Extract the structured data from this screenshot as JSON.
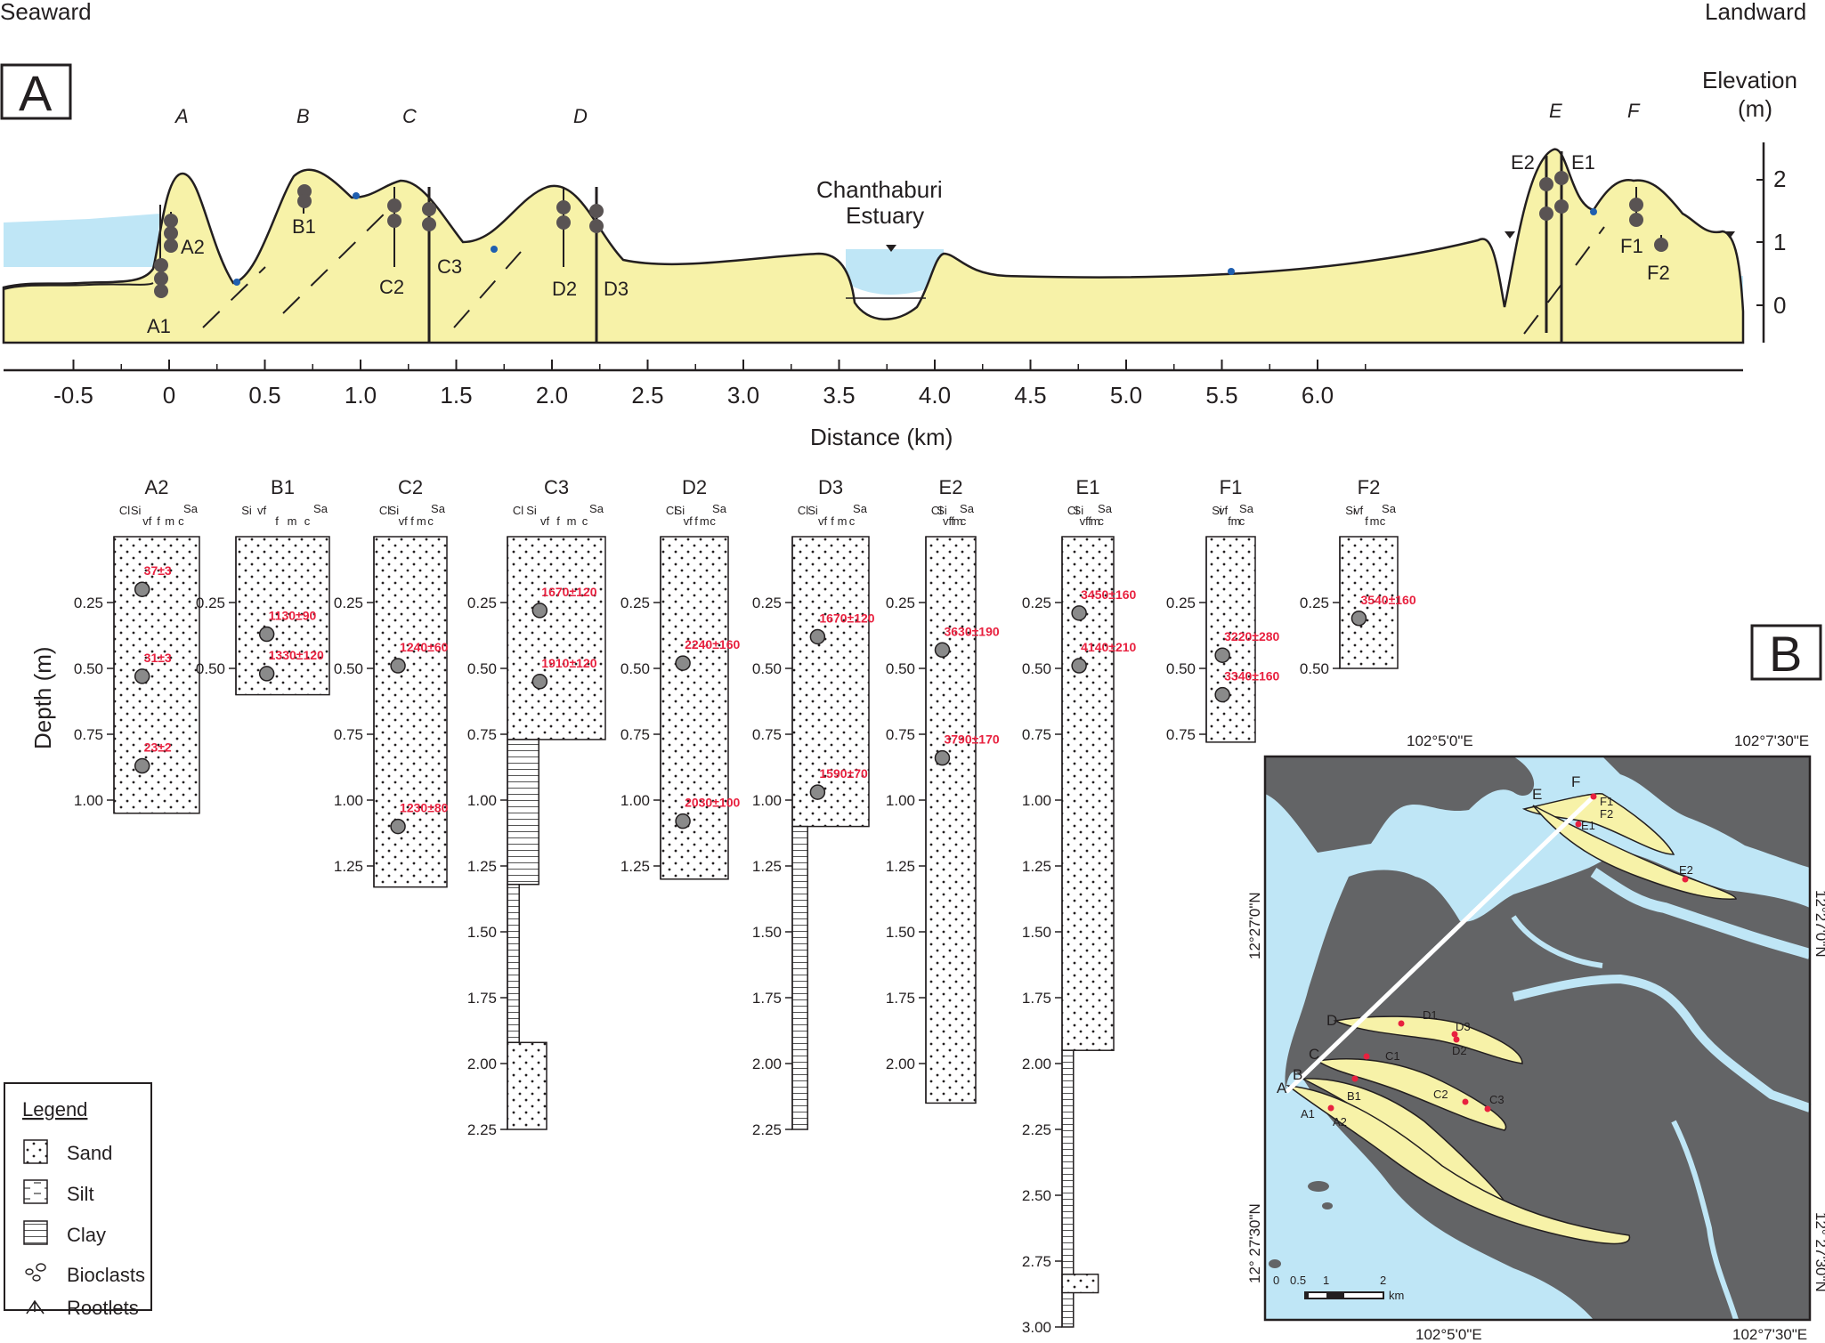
{
  "panel_a": {
    "letter": "A",
    "seaward": "Seaward",
    "landward": "Landward",
    "elevation_label": [
      "Elevation",
      "(m)"
    ],
    "elevation_ticks": [
      "2",
      "1",
      "0"
    ],
    "ridge_letters": [
      "A",
      "B",
      "C",
      "D",
      "E",
      "F"
    ],
    "estuary_label": [
      "Chanthaburi",
      "Estuary"
    ],
    "core_labels": [
      "A1",
      "A2",
      "B1",
      "C2",
      "C3",
      "D2",
      "D3",
      "E2",
      "E1",
      "F1",
      "F2"
    ],
    "distance_label": "Distance (km)",
    "distance_ticks": [
      "-0.5",
      "0",
      "0.5",
      "1.0",
      "1.5",
      "2.0",
      "2.5",
      "3.0",
      "3.5",
      "4.0",
      "4.5",
      "5.0",
      "5.5",
      "6.0"
    ]
  },
  "panel_b": {
    "letter": "B",
    "lon_top": [
      "102°5'0\"E",
      "102°7'30\"E"
    ],
    "lon_bottom": [
      "102°5'0\"E",
      "102°7'30\"E"
    ],
    "lat_left": [
      "12°27'0\"N",
      "12° 27'30\"N"
    ],
    "lat_right": [
      "12°27'0\"N",
      "12° 27'30\"N"
    ],
    "ridge_letters": [
      "A",
      "B",
      "C",
      "D",
      "E",
      "F"
    ],
    "site_labels": [
      "A1",
      "A2",
      "B1",
      "C1",
      "C2",
      "C3",
      "D1",
      "D2",
      "D3",
      "E1",
      "E2",
      "F1",
      "F2"
    ],
    "scale_ticks": [
      "0",
      "0.5",
      "1",
      "2"
    ],
    "scale_unit": "km"
  },
  "logs": {
    "depth_label": "Depth (m)",
    "depth_ticks": [
      "0.25",
      "0.50",
      "0.75",
      "1.00",
      "1.25",
      "1.50",
      "1.75",
      "2.00",
      "2.25",
      "2.50",
      "2.75",
      "3.00"
    ],
    "grain_header_a": [
      "Cl",
      "Si",
      "vf",
      "f",
      "m",
      "c",
      "Sa"
    ],
    "grain_header_b": [
      "Si",
      "vf",
      "f",
      "m",
      "c",
      "Sa"
    ],
    "cores": [
      {
        "name": "A2",
        "ages": [
          "37±3",
          "31±3",
          "23±2"
        ]
      },
      {
        "name": "B1",
        "ages": [
          "1130±90",
          "1330±120"
        ]
      },
      {
        "name": "C2",
        "ages": [
          "1240±60",
          "1230±80"
        ]
      },
      {
        "name": "C3",
        "ages": [
          "1670±120",
          "1910±120"
        ]
      },
      {
        "name": "D2",
        "ages": [
          "2240±160",
          "2030±100"
        ]
      },
      {
        "name": "D3",
        "ages": [
          "1670±120",
          "1590±70"
        ]
      },
      {
        "name": "E2",
        "ages": [
          "3630±190",
          "3790±170"
        ]
      },
      {
        "name": "E1",
        "ages": [
          "3450±160",
          "4140±210"
        ]
      },
      {
        "name": "F1",
        "ages": [
          "3220±280",
          "3340±160"
        ]
      },
      {
        "name": "F2",
        "ages": [
          "3540±160"
        ]
      }
    ]
  },
  "legend": {
    "title": "Legend",
    "items": [
      "Sand",
      "Silt",
      "Clay",
      "Bioclasts",
      "Rootlets"
    ]
  },
  "colors": {
    "sand_fill": "#f7f2a8",
    "water": "#bfe6f6",
    "land": "#636466",
    "age_text": "#e8213f",
    "sample_dot": "#8a8a8a"
  }
}
